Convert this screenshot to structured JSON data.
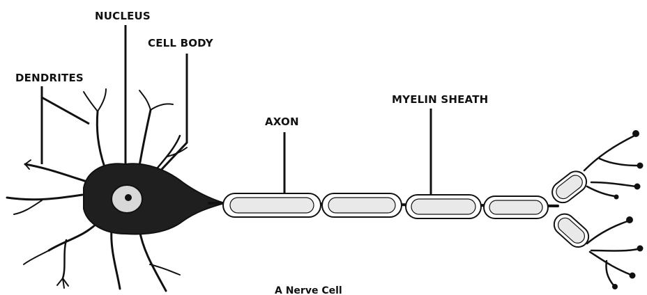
{
  "diagram": {
    "labels": {
      "nucleus": "NUCLEUS",
      "cell_body": "CELL BODY",
      "dendrites": "DENDRITES",
      "axon": "AXON",
      "myelin_sheath": "MYELIN SHEATH"
    },
    "caption": "A Nerve Cell"
  }
}
